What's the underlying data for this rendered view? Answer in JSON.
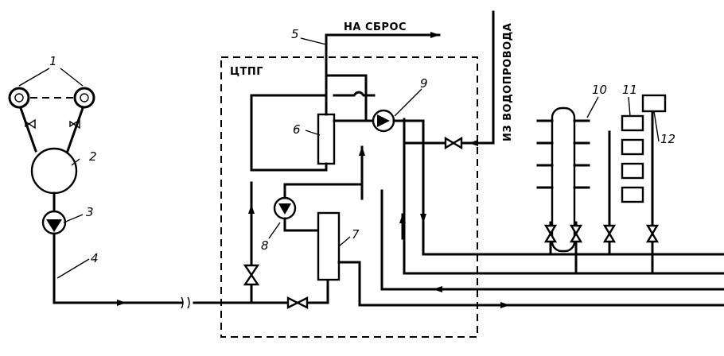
{
  "labels": {
    "discharge": "НА СБРОС",
    "water_supply": "ИЗ ВОДОПРОВОДА",
    "station": "ЦТПГ"
  },
  "numbers": [
    "1",
    "2",
    "3",
    "4",
    "5",
    "6",
    "7",
    "8",
    "9",
    "10",
    "11",
    "12"
  ]
}
